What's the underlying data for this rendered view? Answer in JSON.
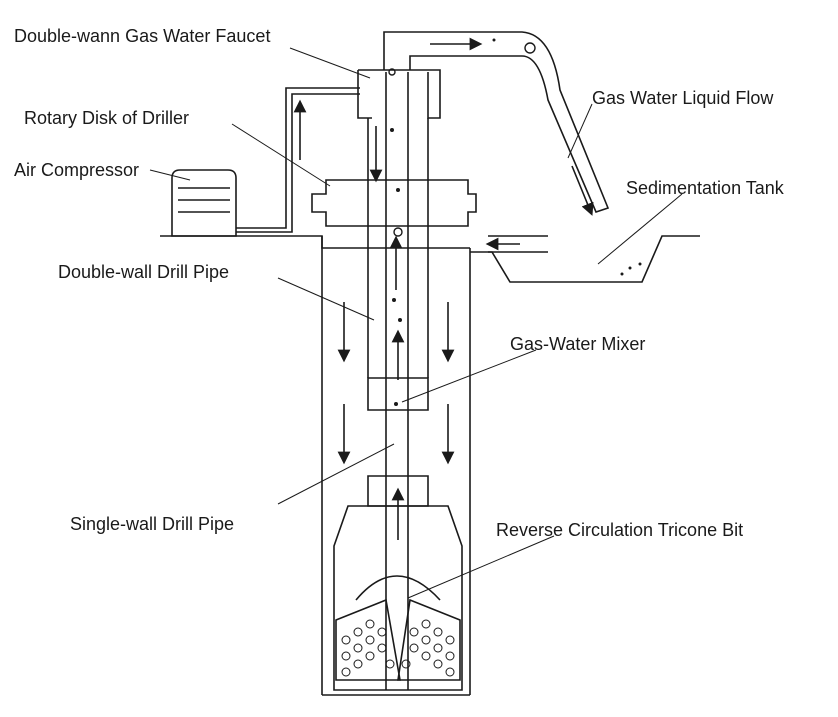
{
  "labels": {
    "faucet": "Double-wann Gas Water Faucet",
    "liquid_flow": "Gas Water Liquid Flow",
    "rotary_disk": "Rotary Disk of Driller",
    "air_compressor": "Air Compressor",
    "sedimentation_tank": "Sedimentation Tank",
    "double_wall_pipe": "Double-wall Drill Pipe",
    "gas_water_mixer": "Gas-Water Mixer",
    "single_wall_pipe": "Single-wall Drill Pipe",
    "tricone_bit": "Reverse Circulation Tricone Bit"
  },
  "colors": {
    "line": "#1a1a1a",
    "background": "#ffffff"
  }
}
